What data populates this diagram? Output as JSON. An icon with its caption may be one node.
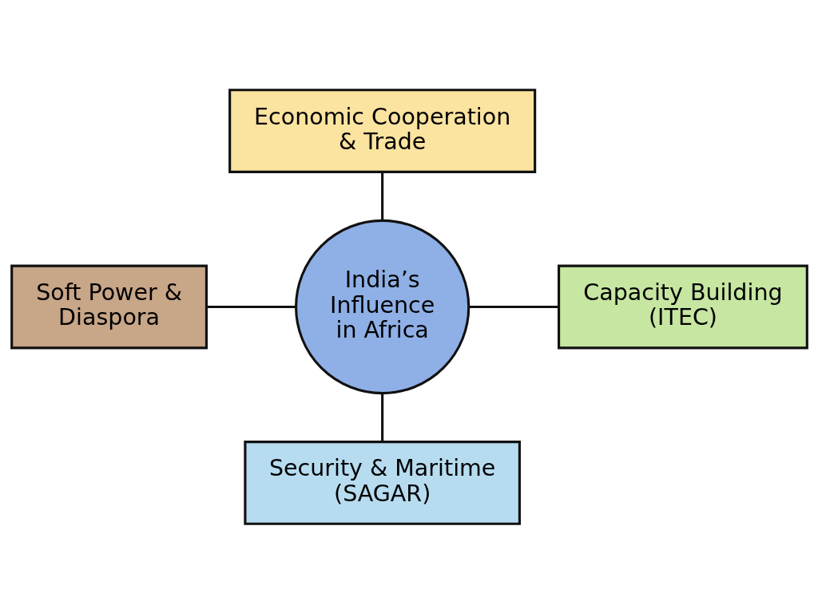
{
  "diagram": {
    "nodes": [
      {
        "text": [
          "India’s Influence in Africa"
        ]
      },
      {
        "text": [
          "Economic Cooperation & Trade"
        ]
      },
      {
        "text": [
          "Soft Power & Diaspora"
        ]
      },
      {
        "text": [
          "Capacity Building (ITEC)"
        ]
      },
      {
        "text": [
          "Security & Maritime (SAGAR)"
        ]
      }
    ],
    "edges": [
      {
        "from": 0,
        "to": 1,
        "arrow": "none"
      },
      {
        "from": 0,
        "to": 2,
        "arrow": "none"
      },
      {
        "from": 0,
        "to": 3,
        "arrow": "none"
      },
      {
        "from": 0,
        "to": 4,
        "arrow": "none"
      }
    ]
  }
}
